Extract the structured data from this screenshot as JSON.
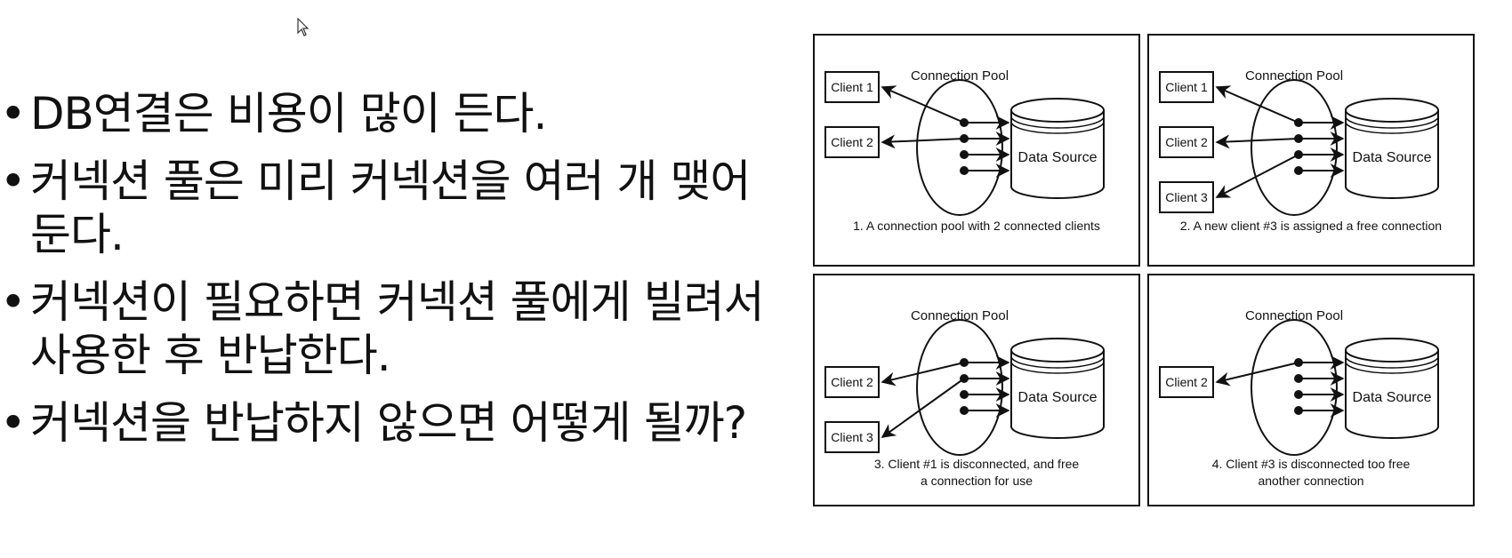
{
  "bullets": [
    "DB연결은 비용이 많이 든다.",
    "커넥션 풀은 미리 커넥션을 여러 개 맺어 둔다.",
    "커넥션이 필요하면 커넥션 풀에게 빌려서 사용한 후 반납한다.",
    "커넥션을 반납하지 않으면 어떻게 될까?"
  ],
  "panels": [
    {
      "pool_label": "Connection Pool",
      "source_label": "Data Source",
      "clients": [
        "Client 1",
        "Client 2"
      ],
      "caption": [
        "1. A connection pool with 2 connected clients"
      ]
    },
    {
      "pool_label": "Connection Pool",
      "source_label": "Data Source",
      "clients": [
        "Client 1",
        "Client 2",
        "Client 3"
      ],
      "caption": [
        "2. A new client #3 is assigned a free connection"
      ]
    },
    {
      "pool_label": "Connection Pool",
      "source_label": "Data Source",
      "clients": [
        "Client 2",
        "Client 3"
      ],
      "caption": [
        "3. Client #1 is disconnected, and free",
        "a connection for use"
      ]
    },
    {
      "pool_label": "Connection Pool",
      "source_label": "Data Source",
      "clients": [
        "Client 2"
      ],
      "caption": [
        "4. Client #3 is disconnected too free",
        "another connection"
      ]
    }
  ],
  "icons": {
    "pointer": "mouse-pointer-icon"
  }
}
